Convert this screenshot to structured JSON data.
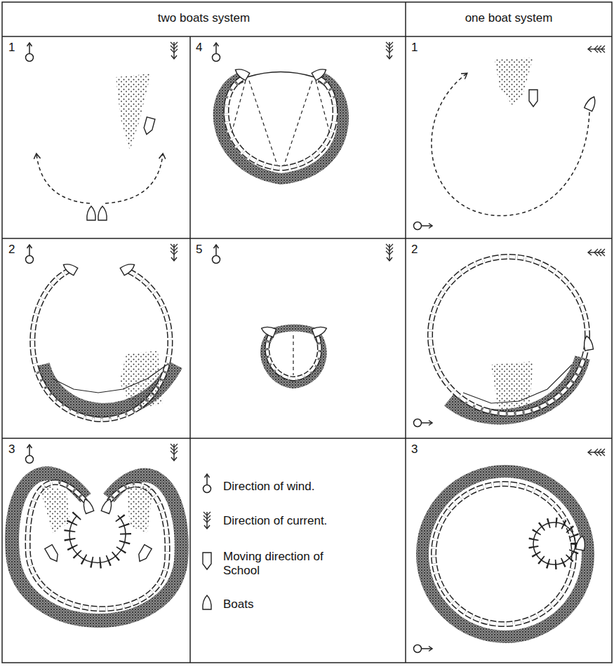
{
  "diagram": {
    "labels": [
      "two boats system",
      "one boat system",
      "1",
      "4",
      "1",
      "2",
      "5",
      "2",
      "3",
      "3"
    ],
    "legend": [
      {
        "text": "Direction of wind."
      },
      {
        "text": "Direction of current."
      },
      {
        "text": "Moving direction of School"
      },
      {
        "text": "Boats"
      }
    ]
  }
}
